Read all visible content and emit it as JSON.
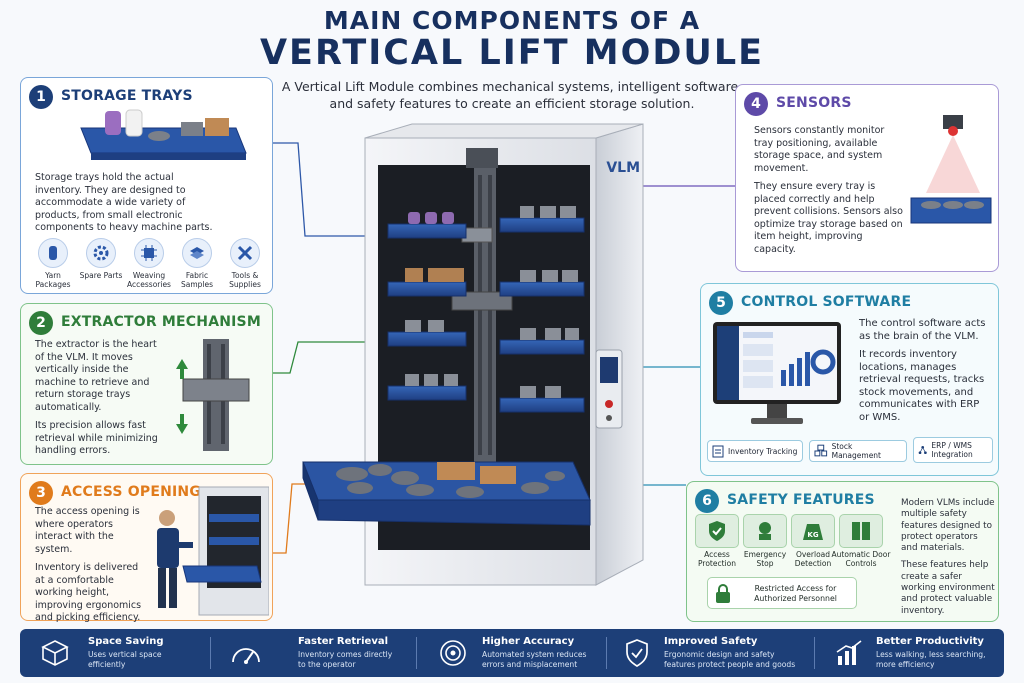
{
  "header": {
    "title_line1": "MAIN COMPONENTS OF A",
    "title_line2": "VERTICAL LIFT MODULE",
    "subtitle": "A Vertical Lift Module combines mechanical systems, intelligent software, and safety features to create an efficient storage solution."
  },
  "machine": {
    "brand_label": "VLM"
  },
  "colors": {
    "navy": "#17305f",
    "blue": "#1d3f78",
    "green": "#2f7d3a",
    "orange": "#e07b1c",
    "purple": "#5e4aa8",
    "teal": "#1f7ea3"
  },
  "storage_trays": {
    "number": "1",
    "title": "STORAGE TRAYS",
    "text": "Storage trays hold the actual inventory. They are designed to accommodate a wide variety of products, from small electronic components to heavy machine parts.",
    "icons": [
      {
        "label": "Yarn Packages",
        "icon": "yarn-icon"
      },
      {
        "label": "Spare Parts",
        "icon": "gear-icon"
      },
      {
        "label": "Weaving Accessories",
        "icon": "chip-icon"
      },
      {
        "label": "Fabric Samples",
        "icon": "fabric-icon"
      },
      {
        "label": "Tools & Supplies",
        "icon": "tools-icon"
      }
    ]
  },
  "extractor": {
    "number": "2",
    "title": "EXTRACTOR MECHANISM",
    "text1": "The extractor is the heart of the VLM. It moves vertically inside the machine to retrieve and return storage trays automatically.",
    "text2": "Its precision allows fast retrieval while minimizing handling errors."
  },
  "access": {
    "number": "3",
    "title": "ACCESS OPENING",
    "text1": "The access opening is where operators interact with the system.",
    "text2": "Inventory is delivered at a comfortable working height, improving ergonomics and picking efficiency."
  },
  "sensors": {
    "number": "4",
    "title": "SENSORS",
    "text1": "Sensors constantly monitor tray positioning, available storage space, and system movement.",
    "text2": "They ensure every tray is placed correctly and help prevent collisions. Sensors also optimize tray storage based on item height, improving capacity."
  },
  "software": {
    "number": "5",
    "title": "CONTROL SOFTWARE",
    "text1": "The control software acts as the brain of the VLM.",
    "text2": "It records inventory locations, manages retrieval requests, tracks stock movements, and communicates with ERP or WMS.",
    "pills": [
      {
        "label": "Inventory Tracking",
        "icon": "clipboard-icon"
      },
      {
        "label": "Stock Management",
        "icon": "boxes-icon"
      },
      {
        "label": "ERP / WMS Integration",
        "icon": "network-icon"
      }
    ]
  },
  "safety": {
    "number": "6",
    "title": "SAFETY FEATURES",
    "features": [
      {
        "label": "Access Protection",
        "icon": "shield-check-icon"
      },
      {
        "label": "Emergency Stop",
        "icon": "emergency-stop-icon"
      },
      {
        "label": "Overload Detection",
        "icon": "weight-kg-icon"
      },
      {
        "label": "Automatic Door Controls",
        "icon": "door-icon"
      }
    ],
    "weight_label": "KG",
    "restricted": "Restricted Access for Authorized Personnel",
    "text1": "Modern VLMs include multiple safety features designed to protect operators and materials.",
    "text2": "These features help create a safer working environment and protect valuable inventory."
  },
  "benefits": [
    {
      "title": "Space Saving",
      "desc": "Uses vertical space efficiently",
      "icon": "box-icon"
    },
    {
      "title": "Faster Retrieval",
      "desc": "Inventory comes directly to the operator",
      "icon": "speedometer-icon"
    },
    {
      "title": "Higher Accuracy",
      "desc": "Automated system reduces errors and misplacement",
      "icon": "target-icon"
    },
    {
      "title": "Improved Safety",
      "desc": "Ergonomic design and safety features protect people and goods",
      "icon": "shield-icon"
    },
    {
      "title": "Better Productivity",
      "desc": "Less walking, less searching, more efficiency",
      "icon": "bar-chart-icon"
    }
  ]
}
